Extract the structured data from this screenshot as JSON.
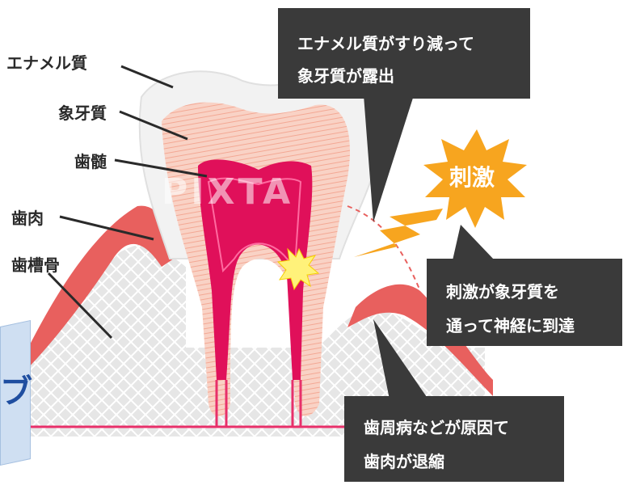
{
  "labels": {
    "enamel": "エナメル質",
    "dentin": "象牙質",
    "pulp": "歯髄",
    "gum": "歯肉",
    "bone": "歯槽骨"
  },
  "callouts": {
    "top_line1": "エナメル質がすり減って",
    "top_line2": "象牙質が露出",
    "mid_line1": "刺激が象牙質を",
    "mid_line2": "通って神経に到達",
    "bottom_line1": "歯周病などが原因て",
    "bottom_line2": "歯肉が退縮"
  },
  "burst_text": "刺激",
  "watermark": "PIXTA",
  "banner_text": "ブ",
  "colors": {
    "gum": "#e8605e",
    "dentin": "#f7c6b8",
    "pulp": "#e0105a",
    "burst": "#f7a51f",
    "callout": "#3a3a3a",
    "bone": "#d9d9d9"
  }
}
